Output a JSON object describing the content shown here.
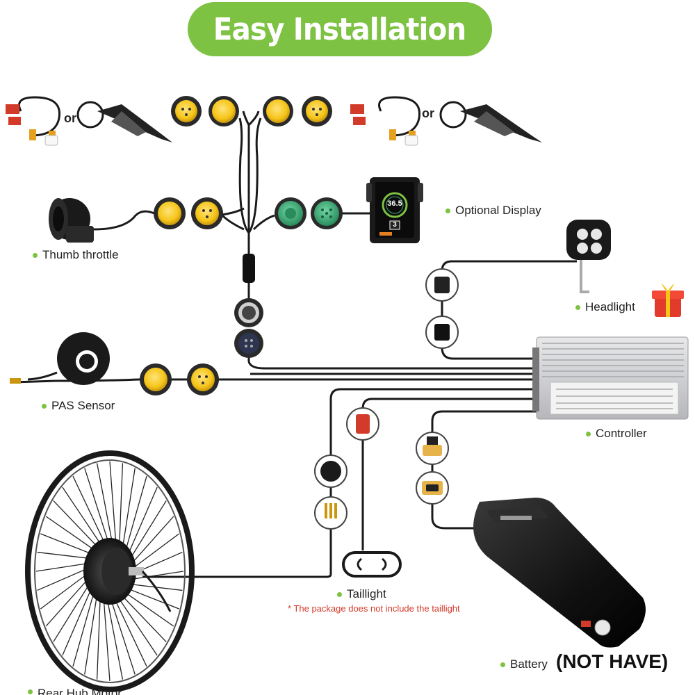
{
  "title": "Easy Installation",
  "brake_or_left": "or",
  "brake_or_right": "or",
  "labels": {
    "optional_display": "Optional Display",
    "thumb_throttle": "Thumb throttle",
    "headlight": "Headlight",
    "pas_sensor": "PAS Sensor",
    "controller": "Controller",
    "taillight": "Taillight",
    "battery": "Battery",
    "rear_hub_motor": "Rear Hub Motor"
  },
  "taillight_note": "* The package does not include the taillight",
  "battery_note": "(NOT HAVE)",
  "display": {
    "speed": "36.5",
    "gear": "3"
  },
  "colors": {
    "accent_green": "#7dc242",
    "connector_yellow": "#f5c518",
    "connector_green": "#3fae78",
    "note_red": "#d23a2a",
    "cable": "#1a1a1a"
  }
}
